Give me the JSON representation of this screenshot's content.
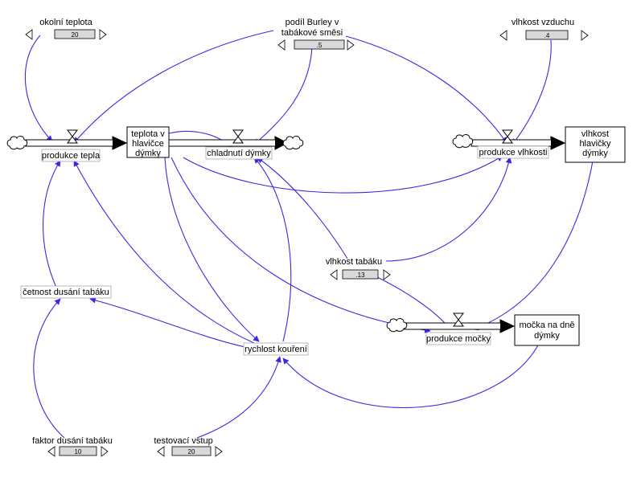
{
  "stocks": {
    "teplota": {
      "label_lines": [
        "teplota v",
        "hlavičce",
        "dýmky"
      ]
    },
    "vlhkost_hlavicky": {
      "label_lines": [
        "vlhkost",
        "hlavičky",
        "dýmky"
      ]
    },
    "mocka": {
      "label_lines": [
        "močka na dně",
        "dýmky"
      ]
    }
  },
  "flows": {
    "produkce_tepla": {
      "label": "produkce tepla"
    },
    "chladnuti": {
      "label": "chladnutí dýmky"
    },
    "produkce_vlhkosti": {
      "label": "produkce vlhkosti"
    },
    "produkce_mocky": {
      "label": "produkce močky"
    }
  },
  "auxiliaries": {
    "cetnost": {
      "label": "četnost dusání tabáku"
    },
    "rychlost": {
      "label": "rychlost kouření"
    }
  },
  "parameters": {
    "okolni_teplota": {
      "label_lines": [
        "okolní teplota"
      ],
      "value": "20"
    },
    "podil_burley": {
      "label_lines": [
        "podíl Burley v",
        "tabákové směsi"
      ],
      "value": ".5"
    },
    "vlhkost_vzduchu": {
      "label_lines": [
        "vlhkost vzduchu"
      ],
      "value": ".4"
    },
    "vlhkost_tabaku": {
      "label_lines": [
        "vlhkost tabáku"
      ],
      "value": ".13"
    },
    "faktor_dusani": {
      "label_lines": [
        "faktor dusání tabáku"
      ],
      "value": "10"
    },
    "testovaci_vstup": {
      "label_lines": [
        "testovací vstup"
      ],
      "value": "20"
    }
  },
  "colors": {
    "link": "#3a28e6",
    "outline": "#000000",
    "slider": "#d9d9d9"
  }
}
